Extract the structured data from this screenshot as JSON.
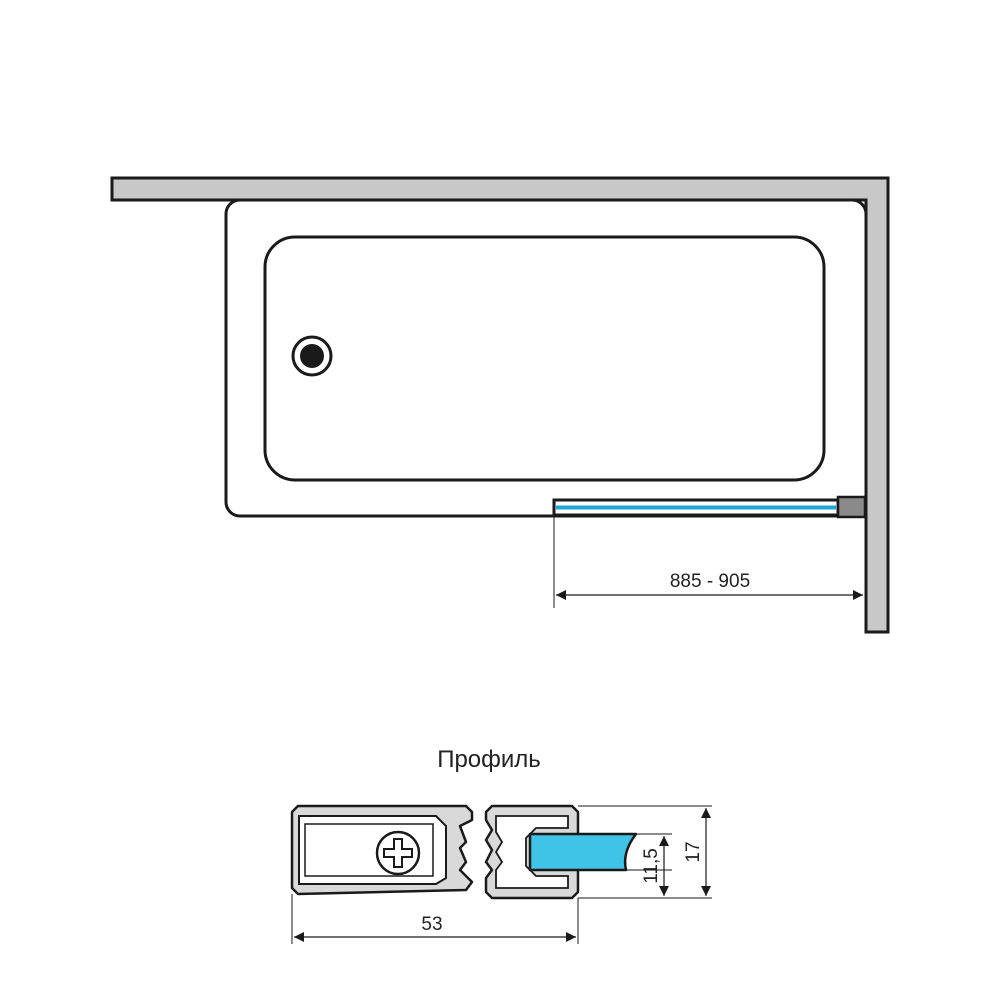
{
  "plan": {
    "width_dimension": "885 - 905"
  },
  "profile": {
    "title": "Профиль",
    "width_dimension": "53",
    "glass_height_dimension": "11,5",
    "total_height_dimension": "17"
  },
  "colors": {
    "wall_fill": "#c8c8c8",
    "outline": "#1a1a1a",
    "glass": "#3fc3e6",
    "glass_line": "#1ea6d6",
    "hinge": "#8a8a8a",
    "profile_fill": "#d9d9d9"
  }
}
